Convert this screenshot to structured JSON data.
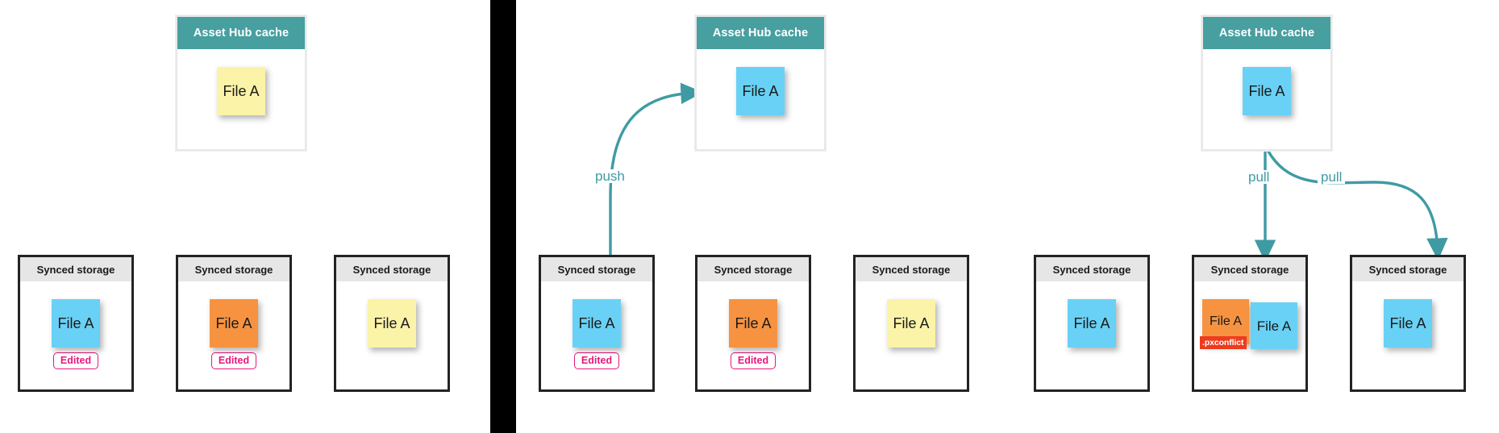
{
  "diagram": {
    "title": "Asset Hub cache and synced storage sync flow",
    "colors": {
      "teal_header": "#479fa0",
      "arrow_teal": "#3f9ba3",
      "edited_pink": "#e6197c",
      "conflict_red": "#ed3b1e",
      "note_yellow": "#fbf3a8",
      "note_blue": "#69d1f5",
      "note_orange": "#f79340",
      "storage_header_grey": "#e6e6e6",
      "divider_black": "#000000"
    },
    "labels": {
      "cache_title": "Asset Hub cache",
      "storage_title": "Synced storage",
      "file_name": "File A",
      "edited_badge": "Edited",
      "conflict_badge": ".pxconflict",
      "push": "push",
      "pull": "pull"
    }
  },
  "panels": [
    {
      "id": "panel-1",
      "cache": {
        "title": "Asset Hub cache",
        "notes": [
          {
            "label": "File A",
            "color": "yellow"
          }
        ]
      },
      "storages": [
        {
          "title": "Synced storage",
          "notes": [
            {
              "label": "File A",
              "color": "blue"
            }
          ],
          "badge": "Edited"
        },
        {
          "title": "Synced storage",
          "notes": [
            {
              "label": "File A",
              "color": "orange"
            }
          ],
          "badge": "Edited"
        },
        {
          "title": "Synced storage",
          "notes": [
            {
              "label": "File A",
              "color": "yellow"
            }
          ],
          "badge": ""
        }
      ],
      "arrows": []
    },
    {
      "id": "panel-2",
      "cache": {
        "title": "Asset Hub cache",
        "notes": [
          {
            "label": "File A",
            "color": "blue"
          }
        ]
      },
      "storages": [
        {
          "title": "Synced storage",
          "notes": [
            {
              "label": "File A",
              "color": "blue"
            }
          ],
          "badge": "Edited"
        },
        {
          "title": "Synced storage",
          "notes": [
            {
              "label": "File A",
              "color": "orange"
            }
          ],
          "badge": "Edited"
        },
        {
          "title": "Synced storage",
          "notes": [
            {
              "label": "File A",
              "color": "yellow"
            }
          ],
          "badge": ""
        }
      ],
      "arrows": [
        {
          "label": "push",
          "direction": "storage-to-cache"
        }
      ]
    },
    {
      "id": "panel-3",
      "cache": {
        "title": "Asset Hub cache",
        "notes": [
          {
            "label": "File A",
            "color": "blue"
          }
        ]
      },
      "storages": [
        {
          "title": "Synced storage",
          "notes": [
            {
              "label": "File A",
              "color": "blue"
            }
          ],
          "badge": ""
        },
        {
          "title": "Synced storage",
          "notes": [
            {
              "label": "File A",
              "color": "orange",
              "conflict": ".pxconflict"
            },
            {
              "label": "File A",
              "color": "blue"
            }
          ],
          "badge": ""
        },
        {
          "title": "Synced storage",
          "notes": [
            {
              "label": "File A",
              "color": "blue"
            }
          ],
          "badge": ""
        }
      ],
      "arrows": [
        {
          "label": "pull",
          "direction": "cache-to-storage"
        },
        {
          "label": "pull",
          "direction": "cache-to-storage"
        }
      ]
    }
  ]
}
